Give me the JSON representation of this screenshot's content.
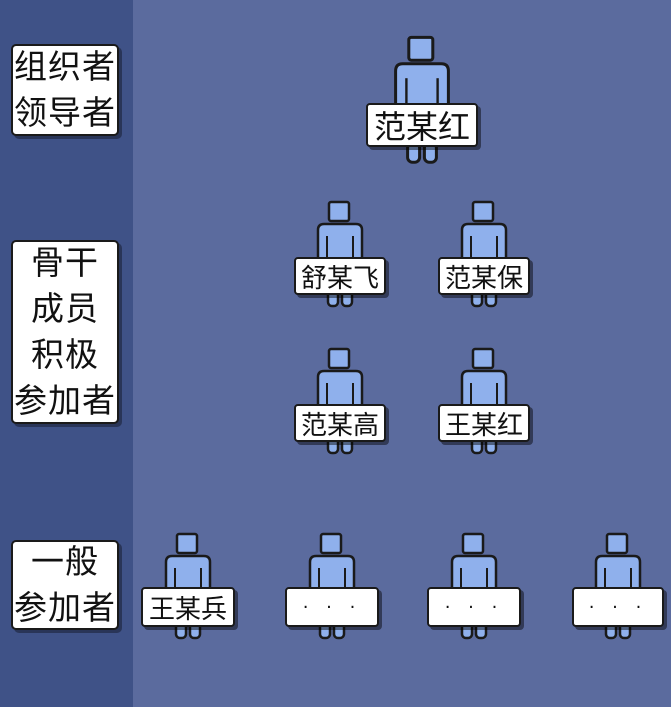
{
  "tiers": {
    "leaders": {
      "lines": [
        "组织者",
        "领导者"
      ]
    },
    "core": {
      "lines": [
        "骨干",
        "成员",
        "积极",
        "参加者"
      ]
    },
    "general": {
      "lines": [
        "一般",
        "参加者"
      ]
    }
  },
  "people": {
    "leader": "范某红",
    "core_1": "舒某飞",
    "core_2": "范某保",
    "core_3": "范某高",
    "core_4": "王某红",
    "general_1": "王某兵",
    "general_2": "· · ·",
    "general_3": "· · ·",
    "general_4": "· · ·"
  },
  "colors": {
    "left_column": "#3f5287",
    "main_area": "#5b6b9e",
    "figure_fill": "#8fb0ec",
    "outline": "#1a1a1a"
  },
  "icon": "person-icon"
}
